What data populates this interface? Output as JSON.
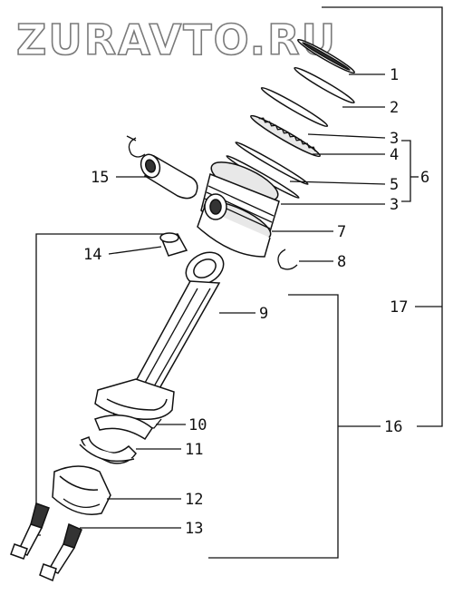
{
  "watermark": "ZURAVTO.RU",
  "callouts": {
    "c1": "1",
    "c2": "2",
    "c3a": "3",
    "c4": "4",
    "c5": "5",
    "c3b": "3",
    "c6": "6",
    "c7": "7",
    "c8": "8",
    "c9": "9",
    "c10": "10",
    "c11": "11",
    "c12": "12",
    "c13": "13",
    "c14": "14",
    "c15": "15",
    "c16": "16",
    "c17": "17"
  }
}
